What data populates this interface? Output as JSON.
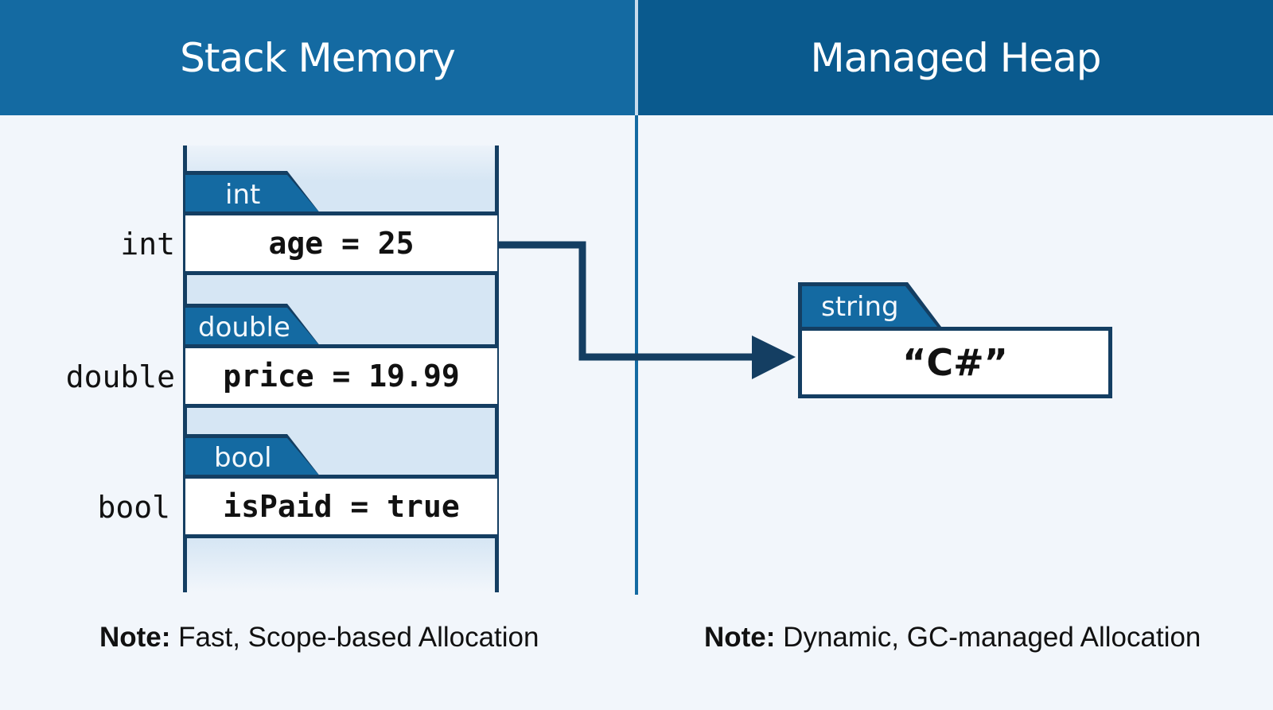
{
  "headers": {
    "stack": "Stack Memory",
    "heap": "Managed Heap"
  },
  "stack": {
    "frames": [
      {
        "side_label": "int",
        "tab_label": "int",
        "value": "age = 25"
      },
      {
        "side_label": "double",
        "tab_label": "double",
        "value": "price = 19.99"
      },
      {
        "side_label": "bool",
        "tab_label": "bool",
        "value": "isPaid = true"
      }
    ]
  },
  "heap": {
    "object": {
      "tab_label": "string",
      "value": "“C#”"
    }
  },
  "notes": {
    "stack": {
      "label": "Note:",
      "text": " Fast, Scope-based Allocation"
    },
    "heap": {
      "label": "Note:",
      "text": " Dynamic, GC-managed Allocation"
    }
  },
  "colors": {
    "header_left": "#146aa2",
    "header_right": "#0a5a8e",
    "outline": "#143e62",
    "stack_fill": "#d6e6f4",
    "background": "#f2f6fb"
  }
}
